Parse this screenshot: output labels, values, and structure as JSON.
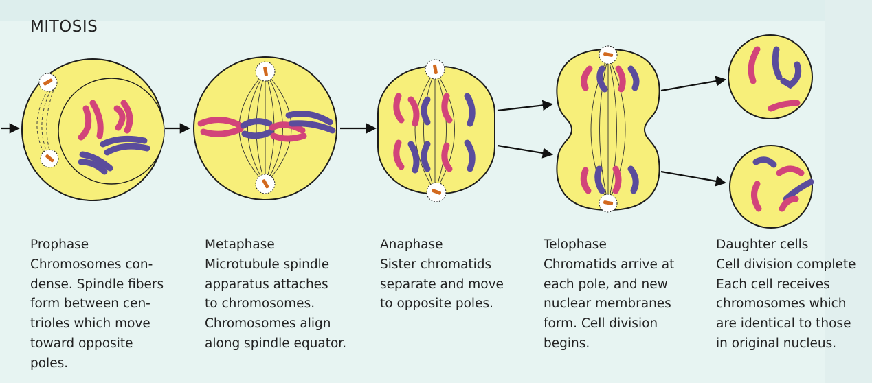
{
  "title": "MITOSIS",
  "colors": {
    "cell_fill": "#f7ef7a",
    "cell_stroke": "#1d1d1d",
    "chromosome_pink": "#d2447a",
    "chromosome_blue": "#5a4c9c",
    "centriole": "#d2691e",
    "background": "#e6f3f1"
  },
  "stages": [
    {
      "name": "Prophase",
      "lines": [
        "Chromosomes con-",
        "dense. Spindle fibers",
        "form between cen-",
        "trioles which move",
        "toward opposite",
        "poles."
      ]
    },
    {
      "name": "Metaphase",
      "lines": [
        "Microtubule spindle",
        "apparatus attaches",
        "to chromosomes.",
        "Chromosomes align",
        "along spindle equator."
      ]
    },
    {
      "name": "Anaphase",
      "lines": [
        "Sister chromatids",
        "separate and move",
        "to opposite poles."
      ]
    },
    {
      "name": "Telophase",
      "lines": [
        "Chromatids arrive at",
        "each pole, and new",
        "nuclear membranes",
        "form. Cell division",
        "begins."
      ]
    },
    {
      "name": "Daughter cells",
      "lines": [
        "Cell division complete",
        "Each cell receives",
        "chromosomes which",
        "are identical to those",
        "in original nucleus."
      ]
    }
  ]
}
